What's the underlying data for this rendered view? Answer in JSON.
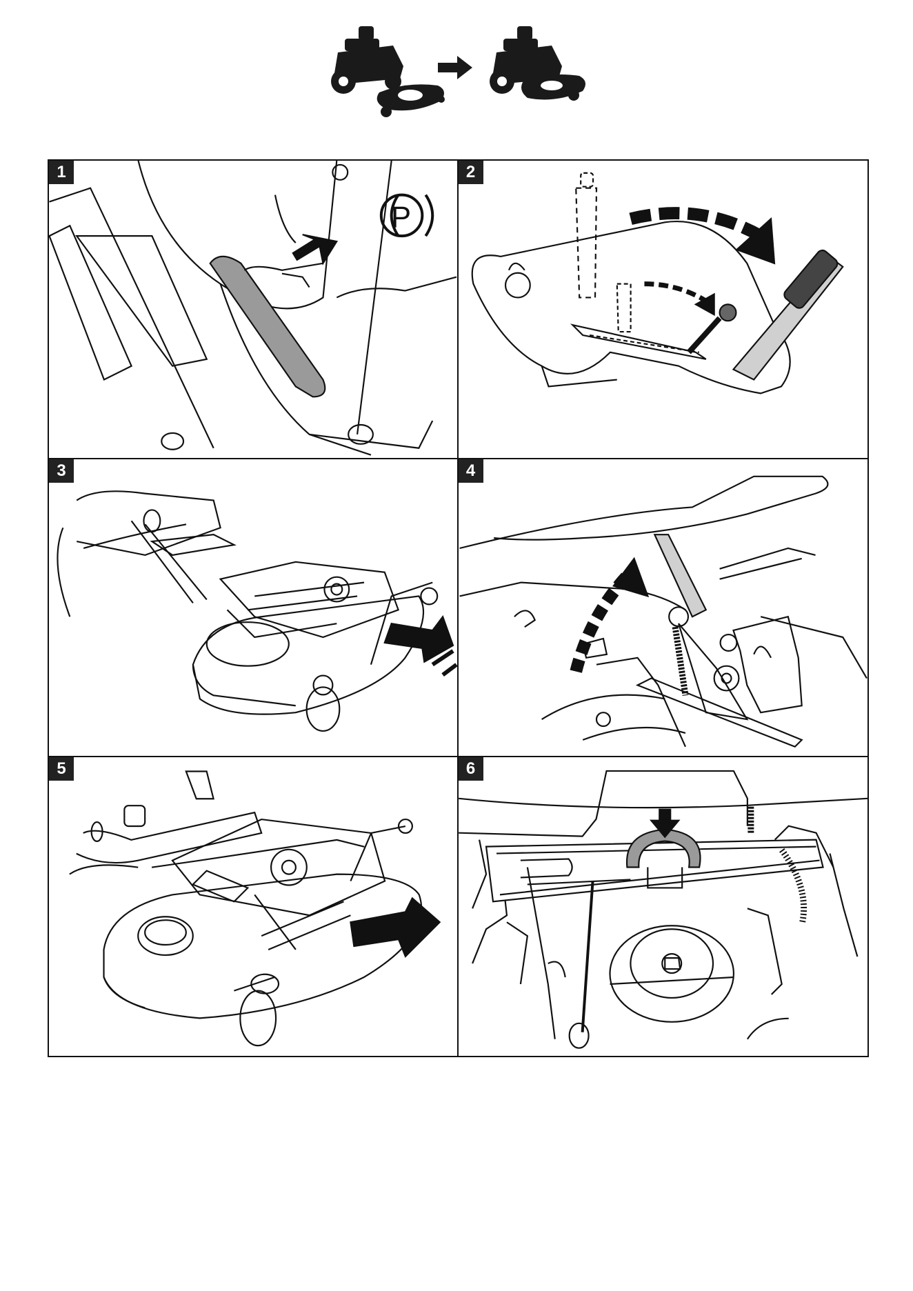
{
  "header": {
    "icon": "mower-attach-deck-icon",
    "arrow_icon": "right-arrow-icon"
  },
  "steps": [
    {
      "number": "1",
      "icon": "parking-brake-icon",
      "symbol": "P"
    },
    {
      "number": "2",
      "icon": "lift-lever-icon"
    },
    {
      "number": "3",
      "icon": "deck-roll-in-icon"
    },
    {
      "number": "4",
      "icon": "latch-lever-icon"
    },
    {
      "number": "5",
      "icon": "deck-push-icon"
    },
    {
      "number": "6",
      "icon": "belt-hook-icon"
    }
  ],
  "colors": {
    "line": "#111111",
    "fill_dark": "#222222",
    "fill_mid": "#9a9a9a",
    "fill_light": "#d0d0d0"
  }
}
